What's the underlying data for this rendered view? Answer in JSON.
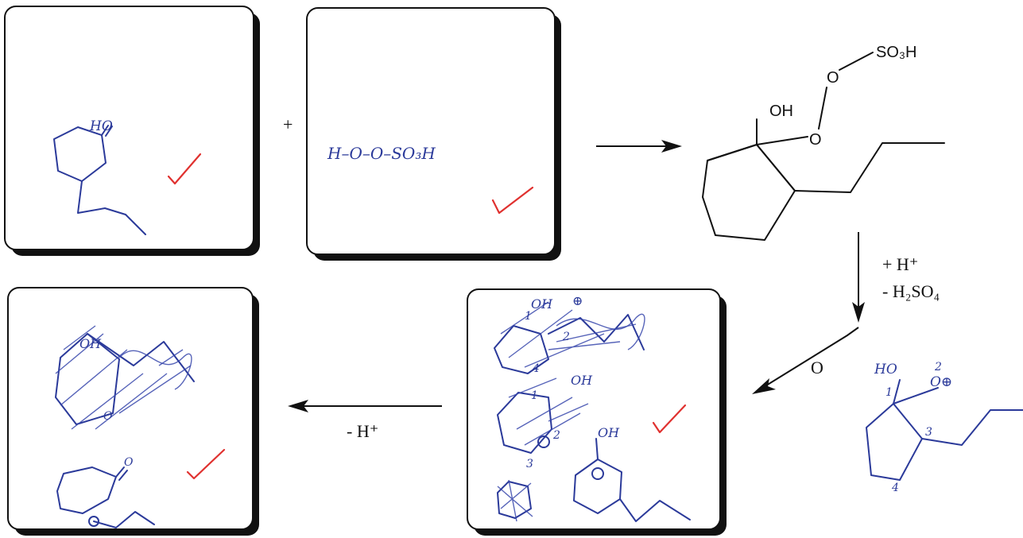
{
  "reagents": {
    "plus_sign": "+",
    "peroxy_acid_handwritten": "H–O–O–SO₃H"
  },
  "adduct": {
    "oh_label": "OH",
    "o1_label": "O",
    "o2_label": "O",
    "so3h_label": "SO₃H"
  },
  "step2": {
    "conditions_line1": "+ H⁺",
    "conditions_line2": "- H₂SO₄"
  },
  "migration": {
    "o_label": "O",
    "handwritten_ho": "HO",
    "handwritten_o_plus": "O⊕",
    "num1": "1",
    "num2": "2",
    "num3": "3",
    "num4": "4"
  },
  "box4": {
    "oh_label": "OH",
    "oh_label_2": "OH",
    "oh_label_3": "OH",
    "num1": "1",
    "num2": "2",
    "num4": "4",
    "num_a": "1",
    "num_b": "2",
    "num_c": "3"
  },
  "step3": {
    "conditions": "- H⁺"
  },
  "box5": {
    "oh_label": "OH",
    "o_label": "O",
    "carbonyl_o": "O"
  },
  "colors": {
    "ink": "#2b3a9a",
    "check": "#e0312f",
    "print": "#111111"
  }
}
